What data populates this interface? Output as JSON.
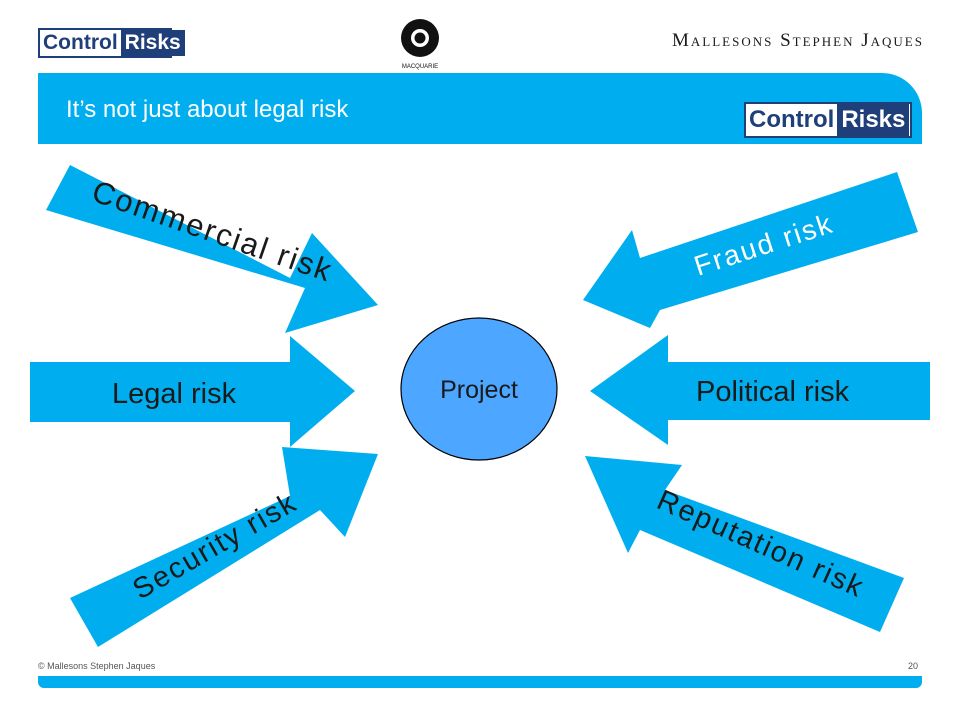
{
  "logos": {
    "control_risks": {
      "part_a": "Control",
      "part_b": "Risks"
    },
    "macquarie": "MACQUARIE",
    "msj": "Mallesons Stephen Jaques"
  },
  "header": {
    "title": "It’s not just about legal risk"
  },
  "diagram": {
    "center": "Project",
    "arrows": {
      "commercial": "Commercial risk",
      "legal": "Legal risk",
      "security": "Security risk",
      "fraud": "Fraud risk",
      "political": "Political risk",
      "reputation": "Reputation risk"
    }
  },
  "footer": {
    "copyright": "© Mallesons Stephen Jaques",
    "page": "20"
  },
  "colors": {
    "accent": "#00aeef",
    "brand_navy": "#1f3f7a",
    "center_fill": "#4da6ff"
  }
}
